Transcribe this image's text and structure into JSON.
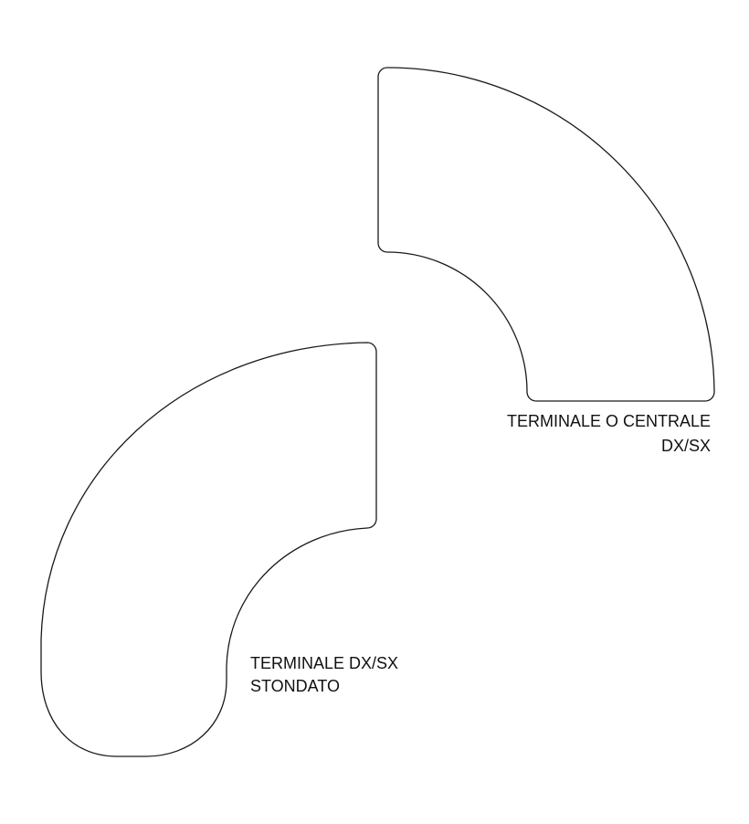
{
  "shapes": [
    {
      "id": "terminale-o-centrale",
      "label_lines": [
        "TERMINALE O CENTRALE",
        "DX/SX"
      ]
    },
    {
      "id": "terminale-stondato",
      "label_lines": [
        "TERMINALE DX/SX",
        "STONDATO"
      ]
    }
  ],
  "colors": {
    "stroke": "#1a1a1a",
    "text": "#111111",
    "background": "#ffffff"
  }
}
